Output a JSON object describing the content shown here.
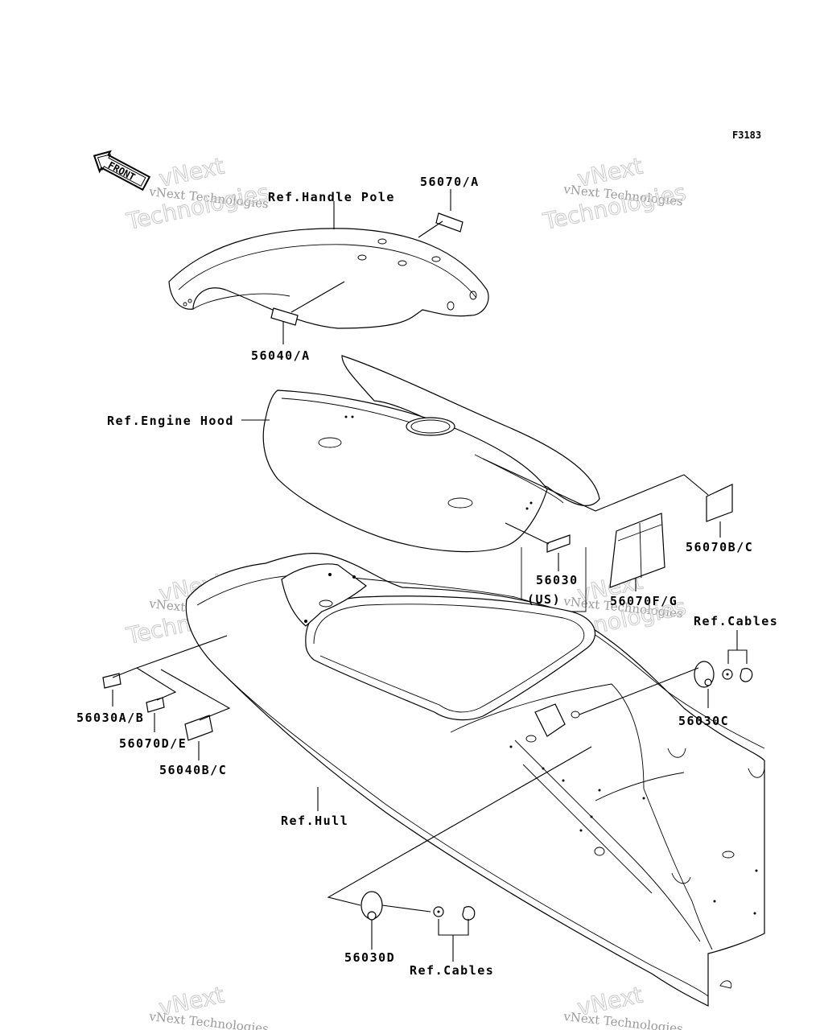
{
  "figure_code": "F3183",
  "front_arrow": "FRONT",
  "labels": {
    "handle_pole": "Ref.Handle Pole",
    "p56070a": "56070/A",
    "p56040a": "56040/A",
    "engine_hood": "Ref.Engine Hood",
    "p56070bc": "56070B/C",
    "p56030": "56030",
    "us": "(US)",
    "p56070fg": "56070F/G",
    "cables_right": "Ref.Cables",
    "p56030c": "56030C",
    "p56030ab": "56030A/B",
    "p56070de": "56070D/E",
    "p56040bc": "56040B/C",
    "hull": "Ref.Hull",
    "p56030d": "56030D",
    "cables_bottom": "Ref.Cables"
  },
  "watermark": {
    "line1": "vNext Technologies",
    "line2": "vNext",
    "line3": "Technologies"
  }
}
